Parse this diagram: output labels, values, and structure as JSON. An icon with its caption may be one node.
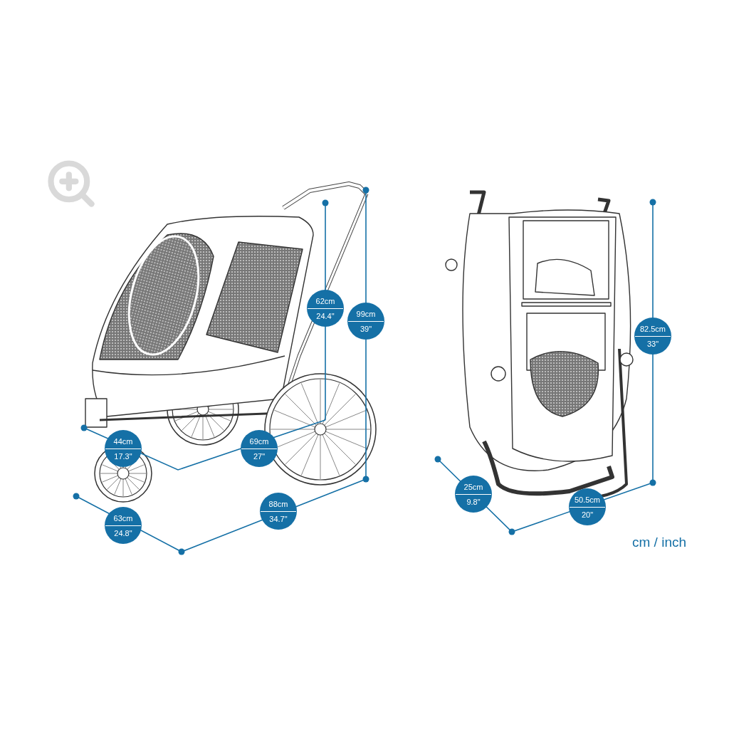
{
  "diagram": {
    "labels": [
      "62cm",
      "24.4\"",
      "99cm",
      "39\"",
      "82.5cm",
      "33\"",
      "44cm",
      "17.3\"",
      "69cm",
      "27\"",
      "25cm",
      "9.8\"",
      "50.5cm",
      "20\"",
      "63cm",
      "24.8\"",
      "88cm",
      "34.7\"",
      "cm / inch"
    ]
  }
}
